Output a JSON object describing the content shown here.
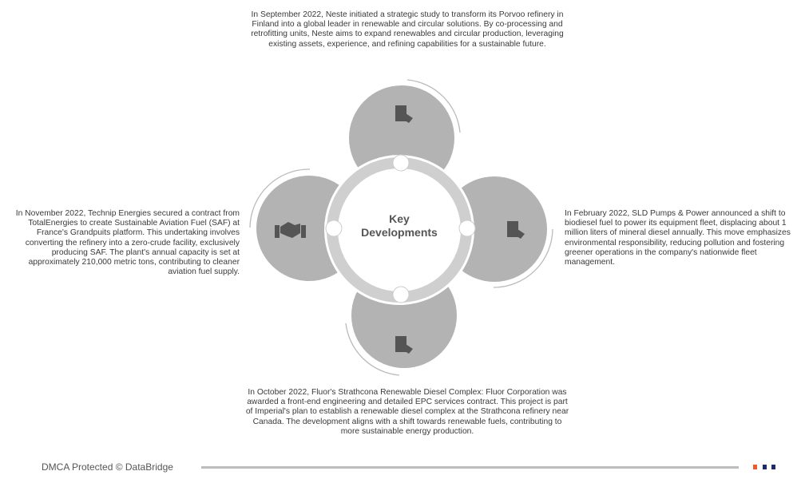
{
  "title": "Key Developments",
  "title_lines": [
    "Key",
    "Developments"
  ],
  "developments": {
    "top": "In September 2022, Neste initiated a strategic study to transform its Porvoo refinery in Finland into a global leader in renewable and circular solutions. By co-processing and retrofitting units, Neste aims to expand renewables and circular production, leveraging existing assets, experience, and refining capabilities for a sustainable future.",
    "right": "In February 2022, SLD Pumps & Power announced a shift to biodiesel fuel to power its equipment fleet, displacing about 1 million liters of mineral diesel annually. This move emphasizes environmental responsibility, reducing pollution and fostering greener operations in the company's nationwide fleet management.",
    "bottom": "In October 2022, Fluor's Strathcona Renewable Diesel Complex: Fluor Corporation was awarded a front-end engineering and detailed EPC services contract. This project is part of Imperial's plan to establish a renewable diesel complex at the Strathcona refinery near Canada. The development aligns with a shift towards renewable fuels, contributing to more sustainable energy production.",
    "left": "In November 2022, Technip Energies secured a contract from TotalEnergies to create Sustainable Aviation Fuel (SAF) at France's Grandpuits platform. This undertaking involves converting the refinery into a zero-crude facility, exclusively producing SAF. The plant's annual capacity is set at approximately 210,000 metric tons, contributing to cleaner aviation fuel supply."
  },
  "icons": {
    "top": "contract-icon",
    "right": "contract-icon",
    "bottom": "contract-icon",
    "left": "handshake-icon"
  },
  "footer": "DMCA Protected © DataBridge",
  "colors": {
    "circle": "#b3b3b3",
    "ring": "#cfcfcf",
    "icon": "#555555",
    "sq1": "#f05a28",
    "sq2": "#1f2a6b",
    "sq3": "#1f2a6b"
  }
}
